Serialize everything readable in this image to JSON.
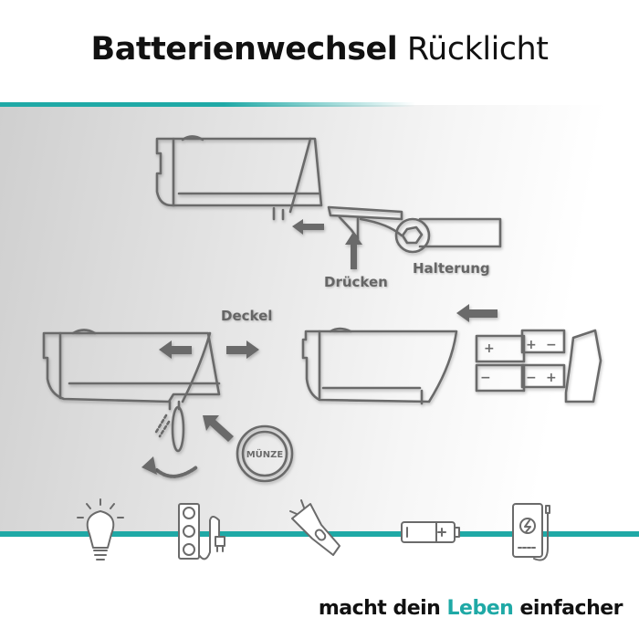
{
  "title": {
    "bold": "Batterienwechsel",
    "regular": "Rücklicht"
  },
  "labels": {
    "press": "Drücken",
    "mount": "Halterung",
    "cover": "Deckel",
    "coin": "MÜNZE"
  },
  "battery_marks": {
    "plus": "+",
    "minus": "−"
  },
  "tagline": {
    "before": "macht dein",
    "highlight": "Leben",
    "after": "einfacher"
  },
  "icons": [
    "light-bulb-icon",
    "power-strip-icon",
    "flashlight-icon",
    "battery-icon",
    "power-bank-icon"
  ],
  "colors": {
    "accent": "#1fa9a6",
    "drawing": "#6b6b6b",
    "text": "#111111"
  }
}
